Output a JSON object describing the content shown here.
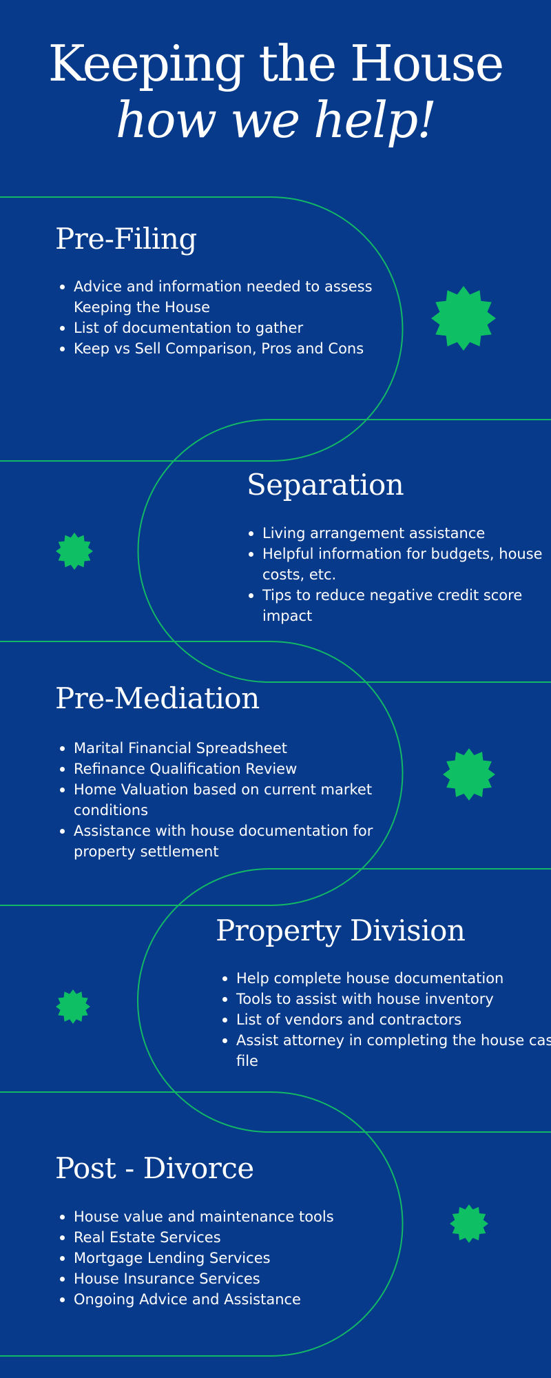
{
  "title": {
    "line1": "Keeping the House",
    "line2": "how we help!"
  },
  "colors": {
    "background": "#073a8a",
    "accent": "#0fbf63"
  },
  "sections": [
    {
      "heading": "Pre-Filing",
      "items": [
        "Advice and information needed to assess Keeping the House",
        "List of documentation to gather",
        "Keep vs Sell Comparison, Pros and Cons"
      ]
    },
    {
      "heading": "Separation",
      "items": [
        "Living arrangement assistance",
        "Helpful information for budgets, house costs, etc.",
        "Tips to reduce negative credit score impact"
      ]
    },
    {
      "heading": "Pre-Mediation",
      "items": [
        "Marital Financial Spreadsheet",
        "Refinance Qualification Review",
        "Home Valuation based on current market conditions",
        "Assistance with house documentation for property settlement"
      ]
    },
    {
      "heading": "Property Division",
      "items": [
        "Help complete house documentation",
        "Tools to assist with house inventory",
        "List of vendors and contractors",
        "Assist attorney in completing the house case file"
      ]
    },
    {
      "heading": "Post - Divorce",
      "items": [
        "House value and maintenance tools",
        "Real Estate Services",
        "Mortgage Lending Services",
        "House Insurance Services",
        "Ongoing Advice and Assistance"
      ]
    }
  ]
}
